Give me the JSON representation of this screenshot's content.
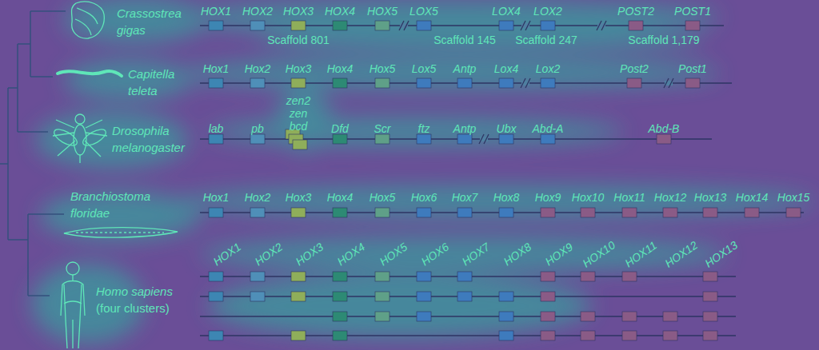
{
  "diagram": {
    "labels": [
      "Crassostrea gigas",
      "HOX1",
      "HOX2",
      "HOX3",
      "HOX4",
      "HOX5",
      "LOX5",
      "LOX4",
      "LOX2",
      "POST2",
      "POST1",
      "Scaffold 801",
      "Scaffold 145",
      "Scaffold 247",
      "Scaffold 1,179",
      "Capitella teleta",
      "Hox1",
      "Hox2",
      "Hox3",
      "Hox4",
      "Hox5",
      "Lox5",
      "Antp",
      "Lox4",
      "Lox2",
      "Post2",
      "Post1",
      "Drosophila melanogaster",
      "lab",
      "pb",
      "zen2",
      "zen",
      "bcd",
      "Dfd",
      "Scr",
      "ftz",
      "Antp",
      "Ubx",
      "Abd-A",
      "Abd-B",
      "Branchiostoma floridae",
      "Hox1",
      "Hox2",
      "Hox3",
      "Hox4",
      "Hox5",
      "Hox6",
      "Hox7",
      "Hox8",
      "Hox9",
      "Hox10",
      "Hox11",
      "Hox12",
      "Hox13",
      "Hox14",
      "Hox15",
      "Homo sapiens",
      "(four clusters)",
      "HOX1",
      "HOX2",
      "HOX3",
      "HOX4",
      "HOX5",
      "HOX6",
      "HOX7",
      "HOX8",
      "HOX9",
      "HOX10",
      "HOX11",
      "HOX12",
      "HOX13"
    ]
  }
}
